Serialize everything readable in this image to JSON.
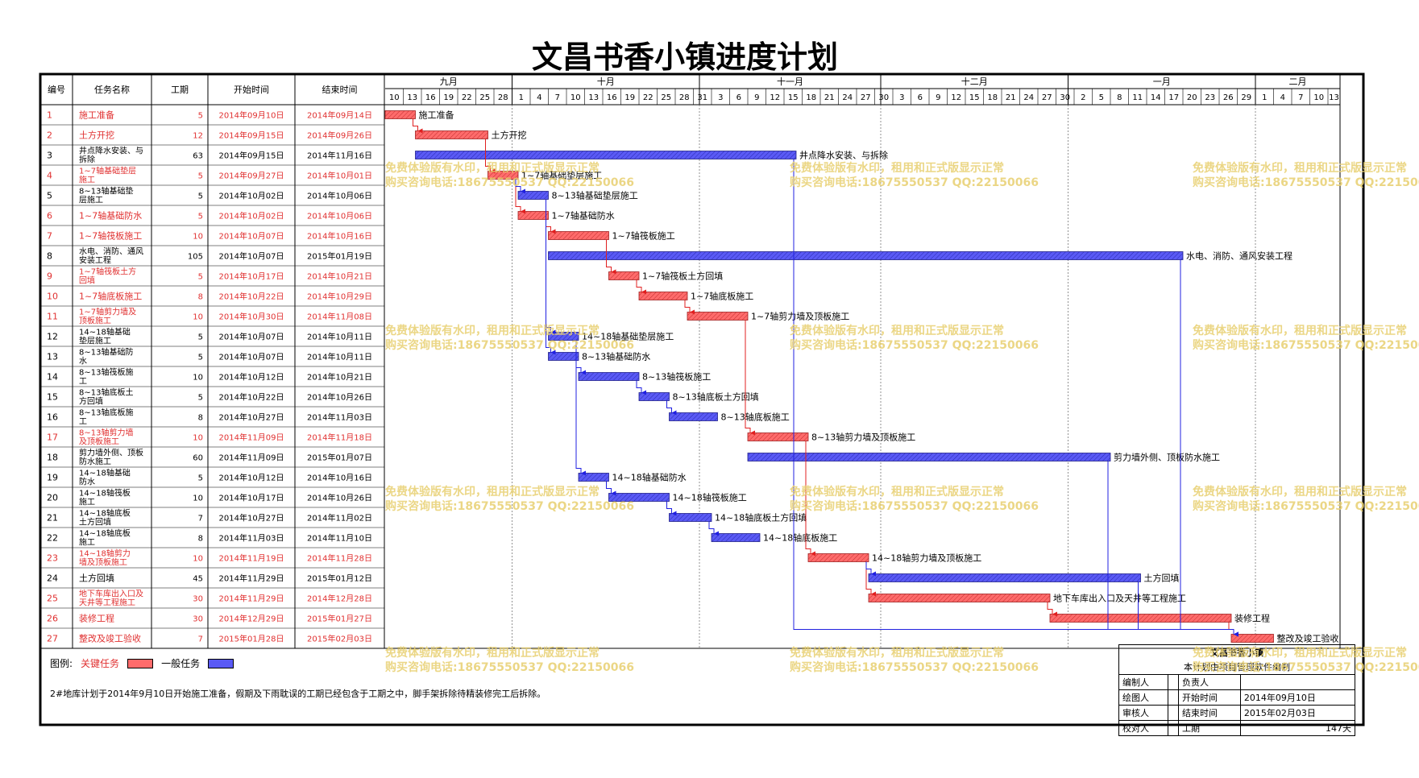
{
  "title": "文昌书香小镇进度计划",
  "header": {
    "col_no": "编号",
    "col_name": "任务名称",
    "col_dur": "工期",
    "col_start": "开始时间",
    "col_end": "结束时间"
  },
  "months": [
    {
      "label": "九月",
      "day_start": 0,
      "day_end": 21
    },
    {
      "label": "十月",
      "day_start": 21,
      "day_end": 52
    },
    {
      "label": "十一月",
      "day_start": 52,
      "day_end": 82
    },
    {
      "label": "十二月",
      "day_start": 82,
      "day_end": 113
    },
    {
      "label": "一月",
      "day_start": 113,
      "day_end": 144
    },
    {
      "label": "二月",
      "day_start": 144,
      "day_end": 158
    }
  ],
  "day_ticks": [
    "10",
    "13",
    "16",
    "19",
    "22",
    "25",
    "28",
    "1",
    "4",
    "7",
    "10",
    "13",
    "16",
    "19",
    "22",
    "25",
    "28",
    "31",
    "3",
    "6",
    "9",
    "12",
    "15",
    "18",
    "21",
    "24",
    "27",
    "30",
    "3",
    "6",
    "9",
    "12",
    "15",
    "18",
    "21",
    "24",
    "27",
    "30",
    "2",
    "5",
    "8",
    "11",
    "14",
    "17",
    "20",
    "23",
    "26",
    "29",
    "1",
    "4",
    "7",
    "10",
    "13"
  ],
  "tasks": [
    {
      "no": "1",
      "name": "施工准备",
      "dur": "5",
      "start": "2014年09月10日",
      "end": "2014年09月14日",
      "critical": true,
      "s": 0,
      "e": 5,
      "label": "施工准备"
    },
    {
      "no": "2",
      "name": "土方开挖",
      "dur": "12",
      "start": "2014年09月15日",
      "end": "2014年09月26日",
      "critical": true,
      "s": 5,
      "e": 17,
      "label": "土方开挖"
    },
    {
      "no": "3",
      "name": "井点降水安装、与拆除",
      "dur": "63",
      "start": "2014年09月15日",
      "end": "2014年11月16日",
      "critical": false,
      "s": 5,
      "e": 68,
      "label": "井点降水安装、与拆除"
    },
    {
      "no": "4",
      "name": "1~7轴基础垫层施工",
      "dur": "5",
      "start": "2014年09月27日",
      "end": "2014年10月01日",
      "critical": true,
      "s": 17,
      "e": 22,
      "label": "1~7轴基础垫层施工"
    },
    {
      "no": "5",
      "name": "8~13轴基础垫层施工",
      "dur": "5",
      "start": "2014年10月02日",
      "end": "2014年10月06日",
      "critical": false,
      "s": 22,
      "e": 27,
      "label": "8~13轴基础垫层施工"
    },
    {
      "no": "6",
      "name": "1~7轴基础防水",
      "dur": "5",
      "start": "2014年10月02日",
      "end": "2014年10月06日",
      "critical": true,
      "s": 22,
      "e": 27,
      "label": "1~7轴基础防水"
    },
    {
      "no": "7",
      "name": "1~7轴筏板施工",
      "dur": "10",
      "start": "2014年10月07日",
      "end": "2014年10月16日",
      "critical": true,
      "s": 27,
      "e": 37,
      "label": "1~7轴筏板施工"
    },
    {
      "no": "8",
      "name": "水电、消防、通风安装工程",
      "dur": "105",
      "start": "2014年10月07日",
      "end": "2015年01月19日",
      "critical": false,
      "s": 27,
      "e": 132,
      "label": "水电、消防、通风安装工程"
    },
    {
      "no": "9",
      "name": "1~7轴筏板土方回填",
      "dur": "5",
      "start": "2014年10月17日",
      "end": "2014年10月21日",
      "critical": true,
      "s": 37,
      "e": 42,
      "label": "1~7轴筏板土方回填"
    },
    {
      "no": "10",
      "name": "1~7轴底板施工",
      "dur": "8",
      "start": "2014年10月22日",
      "end": "2014年10月29日",
      "critical": true,
      "s": 42,
      "e": 50,
      "label": "1~7轴底板施工"
    },
    {
      "no": "11",
      "name": "1~7轴剪力墙及顶板施工",
      "dur": "10",
      "start": "2014年10月30日",
      "end": "2014年11月08日",
      "critical": true,
      "s": 50,
      "e": 60,
      "label": "1~7轴剪力墙及顶板施工"
    },
    {
      "no": "12",
      "name": "14~18轴基础垫层施工",
      "dur": "5",
      "start": "2014年10月07日",
      "end": "2014年10月11日",
      "critical": false,
      "s": 27,
      "e": 32,
      "label": "14~18轴基础垫层施工"
    },
    {
      "no": "13",
      "name": "8~13轴基础防水",
      "dur": "5",
      "start": "2014年10月07日",
      "end": "2014年10月11日",
      "critical": false,
      "s": 27,
      "e": 32,
      "label": "8~13轴基础防水"
    },
    {
      "no": "14",
      "name": "8~13轴筏板施工",
      "dur": "10",
      "start": "2014年10月12日",
      "end": "2014年10月21日",
      "critical": false,
      "s": 32,
      "e": 42,
      "label": "8~13轴筏板施工"
    },
    {
      "no": "15",
      "name": "8~13轴底板土方回填",
      "dur": "5",
      "start": "2014年10月22日",
      "end": "2014年10月26日",
      "critical": false,
      "s": 42,
      "e": 47,
      "label": "8~13轴底板土方回填"
    },
    {
      "no": "16",
      "name": "8~13轴底板施工",
      "dur": "8",
      "start": "2014年10月27日",
      "end": "2014年11月03日",
      "critical": false,
      "s": 47,
      "e": 55,
      "label": "8~13轴底板施工"
    },
    {
      "no": "17",
      "name": "8~13轴剪力墙及顶板施工",
      "dur": "10",
      "start": "2014年11月09日",
      "end": "2014年11月18日",
      "critical": true,
      "s": 60,
      "e": 70,
      "label": "8~13轴剪力墙及顶板施工"
    },
    {
      "no": "18",
      "name": "剪力墙外侧、顶板防水施工",
      "dur": "60",
      "start": "2014年11月09日",
      "end": "2015年01月07日",
      "critical": false,
      "s": 60,
      "e": 120,
      "label": "剪力墙外侧、顶板防水施工"
    },
    {
      "no": "19",
      "name": "14~18轴基础防水",
      "dur": "5",
      "start": "2014年10月12日",
      "end": "2014年10月16日",
      "critical": false,
      "s": 32,
      "e": 37,
      "label": "14~18轴基础防水"
    },
    {
      "no": "20",
      "name": "14~18轴筏板施工",
      "dur": "10",
      "start": "2014年10月17日",
      "end": "2014年10月26日",
      "critical": false,
      "s": 37,
      "e": 47,
      "label": "14~18轴筏板施工"
    },
    {
      "no": "21",
      "name": "14~18轴底板土方回填",
      "dur": "7",
      "start": "2014年10月27日",
      "end": "2014年11月02日",
      "critical": false,
      "s": 47,
      "e": 54,
      "label": "14~18轴底板土方回填"
    },
    {
      "no": "22",
      "name": "14~18轴底板施工",
      "dur": "8",
      "start": "2014年11月03日",
      "end": "2014年11月10日",
      "critical": false,
      "s": 54,
      "e": 62,
      "label": "14~18轴底板施工"
    },
    {
      "no": "23",
      "name": "14~18轴剪力墙及顶板施工",
      "dur": "10",
      "start": "2014年11月19日",
      "end": "2014年11月28日",
      "critical": true,
      "s": 70,
      "e": 80,
      "label": "14~18轴剪力墙及顶板施工"
    },
    {
      "no": "24",
      "name": "土方回填",
      "dur": "45",
      "start": "2014年11月29日",
      "end": "2015年01月12日",
      "critical": false,
      "s": 80,
      "e": 125,
      "label": "土方回填"
    },
    {
      "no": "25",
      "name": "地下车库出入口及天井等工程施工",
      "dur": "30",
      "start": "2014年11月29日",
      "end": "2014年12月28日",
      "critical": true,
      "s": 80,
      "e": 110,
      "label": "地下车库出入口及天井等工程施工"
    },
    {
      "no": "26",
      "name": "装修工程",
      "dur": "30",
      "start": "2014年12月29日",
      "end": "2015年01月27日",
      "critical": true,
      "s": 110,
      "e": 140,
      "label": "装修工程"
    },
    {
      "no": "27",
      "name": "整改及竣工验收",
      "dur": "7",
      "start": "2015年01月28日",
      "end": "2015年02月03日",
      "critical": true,
      "s": 140,
      "e": 147,
      "label": "整改及竣工验收"
    }
  ],
  "links": [
    [
      0,
      1
    ],
    [
      1,
      3
    ],
    [
      3,
      5
    ],
    [
      3,
      4
    ],
    [
      5,
      6
    ],
    [
      6,
      8
    ],
    [
      8,
      9
    ],
    [
      9,
      10
    ],
    [
      10,
      16
    ],
    [
      16,
      22
    ],
    [
      22,
      24
    ],
    [
      24,
      25
    ],
    [
      25,
      26
    ],
    [
      4,
      11
    ],
    [
      4,
      12
    ],
    [
      12,
      13
    ],
    [
      13,
      14
    ],
    [
      14,
      15
    ],
    [
      11,
      18
    ],
    [
      18,
      19
    ],
    [
      19,
      20
    ],
    [
      20,
      21
    ],
    [
      22,
      23
    ],
    [
      2,
      26
    ],
    [
      7,
      26
    ],
    [
      17,
      26
    ],
    [
      23,
      26
    ]
  ],
  "legend": {
    "label": "图例:",
    "critical": "关键任务",
    "normal": "一般任务"
  },
  "note": "2#地库计划于2014年9月10日开始施工准备，假期及下雨耽误的工期已经包含于工期之中，脚手架拆除待精装修完工后拆除。",
  "signbox": {
    "header_line1": "文昌书香小镇",
    "header_line2": "本计划由项目管理软件编制",
    "r1_a": "编制人",
    "r1_b": "负责人",
    "r2_a": "绘图人",
    "r2_b": "开始时间",
    "r2_c": "2014年09月10日",
    "r3_a": "审核人",
    "r3_b": "结束时间",
    "r3_c": "2015年02月03日",
    "r4_a": "校对人",
    "r4_b": "工期",
    "r4_c": "147天"
  },
  "watermark": {
    "line1": "免费体验版有水印，租用和正式版显示正常",
    "line2": "购买咨询电话:18675550537 QQ:22150066"
  },
  "colors": {
    "critical": "#ff6b6b",
    "critical_text": "#e03030",
    "normal": "#5a5af5",
    "link_critical": "#e02020",
    "link_normal": "#2020e0"
  }
}
